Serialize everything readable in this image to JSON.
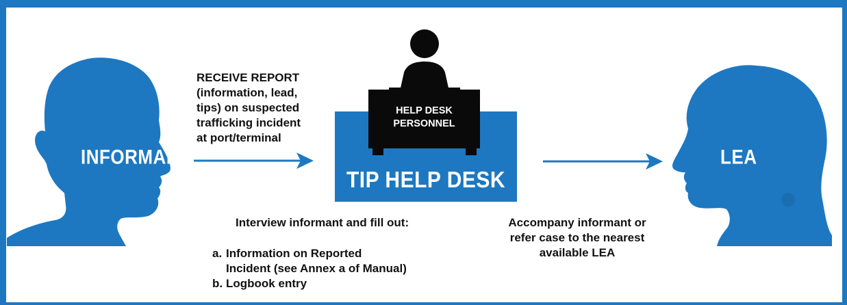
{
  "colors": {
    "accent": "#1d78c1",
    "desk": "#0a0a0a",
    "text": "#111111"
  },
  "informant": {
    "label": "INFORMANT",
    "icon": "person-silhouette-icon"
  },
  "report": {
    "lines": [
      "RECEIVE REPORT",
      "(information, lead,",
      "tips) on suspected",
      "trafficking incident",
      "at port/terminal"
    ]
  },
  "help_desk": {
    "personnel_lines": [
      "HELP DESK",
      "PERSONNEL"
    ],
    "sign_label": "TIP HELP DESK",
    "icon": "desk-personnel-icon"
  },
  "interview": {
    "heading": "Interview informant and fill out:",
    "items": [
      {
        "marker": "a.",
        "lines": [
          "Information on Reported",
          "Incident (see Annex a of Manual)"
        ]
      },
      {
        "marker": "b.",
        "lines": [
          "Logbook entry"
        ]
      }
    ]
  },
  "accompany": {
    "lines": [
      "Accompany informant or",
      "refer case to the nearest",
      "available LEA"
    ]
  },
  "lea": {
    "label": "LEA",
    "icon": "woman-silhouette-icon"
  }
}
